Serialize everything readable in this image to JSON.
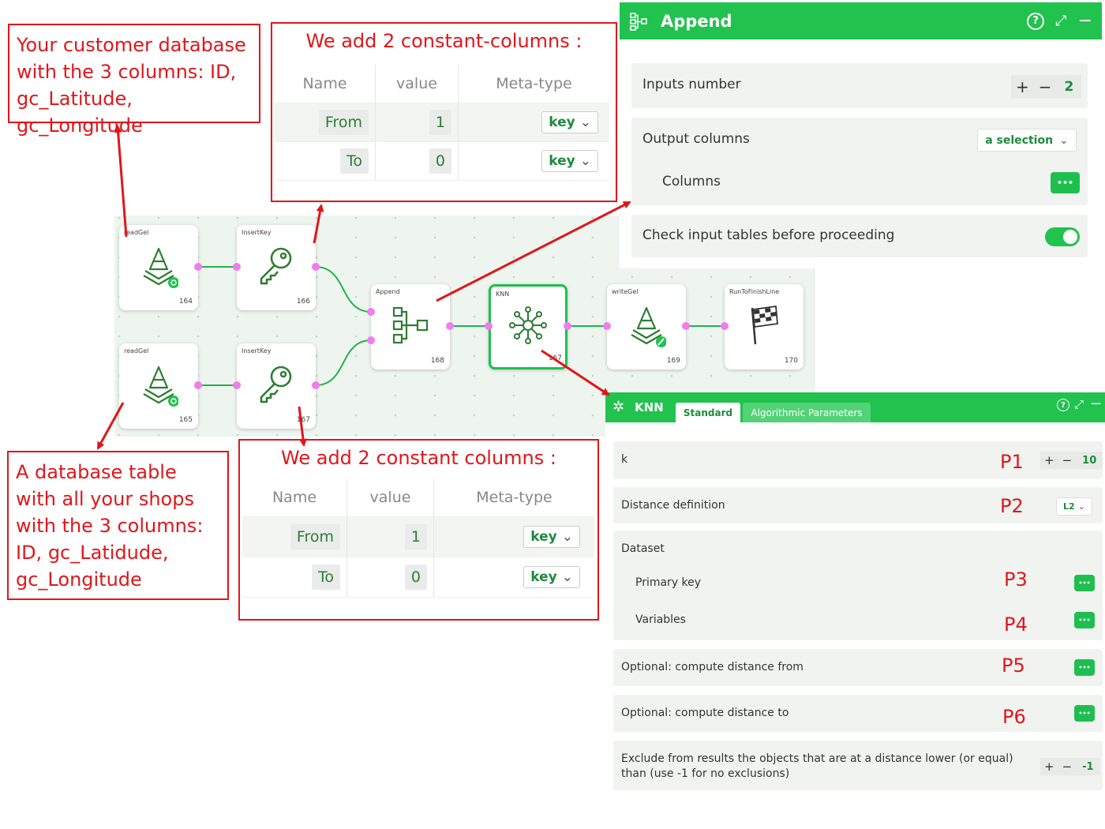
{
  "annotations": {
    "customer_db": "Your customer database with the 3 columns: ID, gc_Latitude, gc_Longitude",
    "shops_db": "A database table with all your shops with the 3 columns: ID, gc_Latidude, gc_Longitude",
    "constant_cols_top": "We add 2 constant-columns :",
    "constant_cols_bottom": "We add 2 constant columns :"
  },
  "constant_table": {
    "headers": [
      "Name",
      "value",
      "Meta-type"
    ],
    "rows": [
      {
        "name": "From",
        "value": "1",
        "meta": "key"
      },
      {
        "name": "To",
        "value": "0",
        "meta": "key"
      }
    ]
  },
  "nodes": {
    "readgel_1": {
      "label": "readGel",
      "id": "164"
    },
    "readgel_2": {
      "label": "readGel",
      "id": "165"
    },
    "insertkey_1": {
      "label": "InsertKey",
      "id": "166"
    },
    "insertkey_2": {
      "label": "InsertKey",
      "id": "167"
    },
    "append": {
      "label": "Append",
      "id": "168"
    },
    "knn": {
      "label": "KNN",
      "id": "167"
    },
    "writegel": {
      "label": "writeGel",
      "id": "169"
    },
    "runtofinish": {
      "label": "RunToFinishLine",
      "id": "170"
    }
  },
  "append_panel": {
    "title": "Append",
    "inputs_label": "Inputs number",
    "inputs_value": "2",
    "output_label": "Output columns",
    "output_select": "a selection",
    "columns_label": "Columns",
    "check_label": "Check input tables before proceeding",
    "check_enabled": true
  },
  "knn_panel": {
    "title": "KNN",
    "tabs": [
      "Standard",
      "Algorithmic Parameters"
    ],
    "k_label": "k",
    "k_value": "10",
    "distance_label": "Distance definition",
    "distance_value": "L2",
    "dataset_label": "Dataset",
    "primary_key_label": "Primary key",
    "variables_label": "Variables",
    "from_label": "Optional: compute distance from",
    "to_label": "Optional: compute distance to",
    "exclude_label": "Exclude from results the objects that are at a distance lower (or equal) than (use -1 for no exclusions)",
    "exclude_value": "-1",
    "p_labels": [
      "P1",
      "P2",
      "P3",
      "P4",
      "P5",
      "P6"
    ]
  },
  "glyphs": {
    "plus": "+",
    "minus": "−",
    "dots": "•••"
  },
  "colors": {
    "accent": "#21c24e",
    "annotation": "#e0161b",
    "port": "#f07cf0",
    "icon": "#2e7d32"
  }
}
